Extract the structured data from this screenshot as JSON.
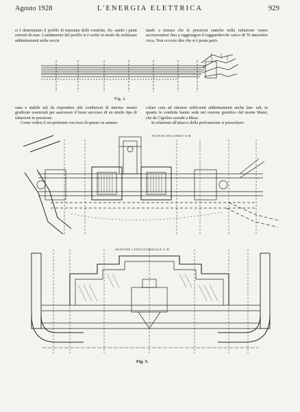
{
  "header": {
    "left": "Agosto 1928",
    "center": "L'ENERGIA ELETTRICA",
    "right": "929"
  },
  "text": {
    "top_left": "si è determinato il profilo di massima delle condotte, fis- sando i punti estremi di esse. L'andamento del profilo si è scelto in modo da realizzare addentramenti nella roccia",
    "top_right": "tando a misura che le pressioni statiche nella tubazione vanno accrescendosi fino a raggiungere il ragguardevole carico di 76 atmosfere circa. Non occorre dire che si è posta parti-",
    "bottom_left_1": "sana e stabile tali da rispondere alle condizioni di interna- mento giudicate essenziali per assicurare il buon successo di un simile tipo di tubazioni in pressione.",
    "bottom_left_2": "Come vedesi il ricoprimento roccioso di queste va aumen-",
    "bottom_right_1": "colare cura ad ottenere sufficienti addentramenti anche late- rali, in quanto le condotte hanno sede nel costone granitico del monte Mater, che da Cigolino scende a Mese.",
    "bottom_right_2": "In relazione all'attacco della perforazione si prescelsero"
  },
  "figures": {
    "fig2_caption": "Fig. 2.",
    "fig3_caption": "Fig. 3.",
    "plan_label": "PIANTA SECONDO A-B",
    "section_label": "SEZIONE LONGITUDINALE C-D"
  }
}
